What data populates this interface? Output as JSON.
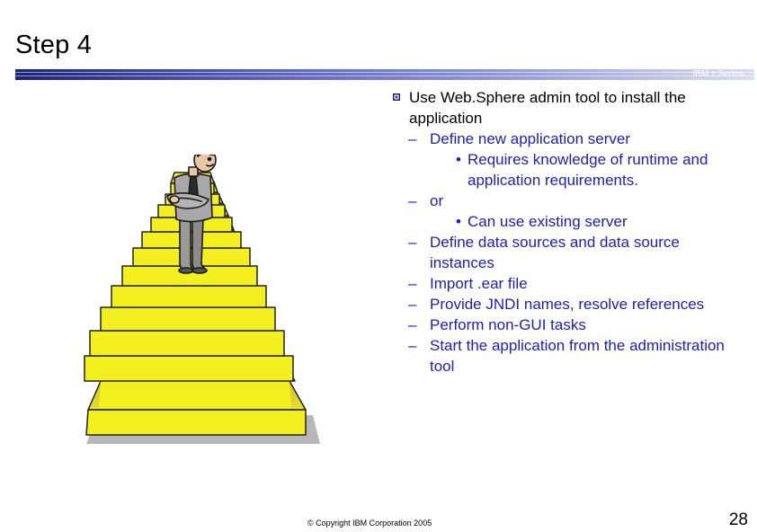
{
  "slide": {
    "title": "Step 4",
    "brand": "IBM z.Series"
  },
  "body": {
    "main_bullet": "Use Web.Sphere admin tool to install the application",
    "items": [
      {
        "dash": "–",
        "text": "Define new application server"
      },
      {
        "bullet": "•",
        "text": "Requires knowledge of runtime and application requirements."
      },
      {
        "dash": "–",
        "text": "or"
      },
      {
        "bullet": "•",
        "text": "Can use existing server"
      },
      {
        "dash": "–",
        "text": "Define data sources and data source instances"
      },
      {
        "dash": "–",
        "text": "Import .ear file"
      },
      {
        "dash": "–",
        "text": "Provide JNDI names, resolve references"
      },
      {
        "dash": "–",
        "text": "Perform non-GUI tasks"
      },
      {
        "dash": "–",
        "text": "Start the application from the administration tool"
      }
    ]
  },
  "footer": {
    "copyright": "© Copyright IBM Corporation 2005",
    "page_number": "28"
  },
  "colors": {
    "accent": "#1d1db8",
    "header_bar_dark": "#1a237a",
    "stairs_yellow": "#f4ef1f"
  },
  "illustration": {
    "icon": "man-on-staircase-clipart"
  }
}
